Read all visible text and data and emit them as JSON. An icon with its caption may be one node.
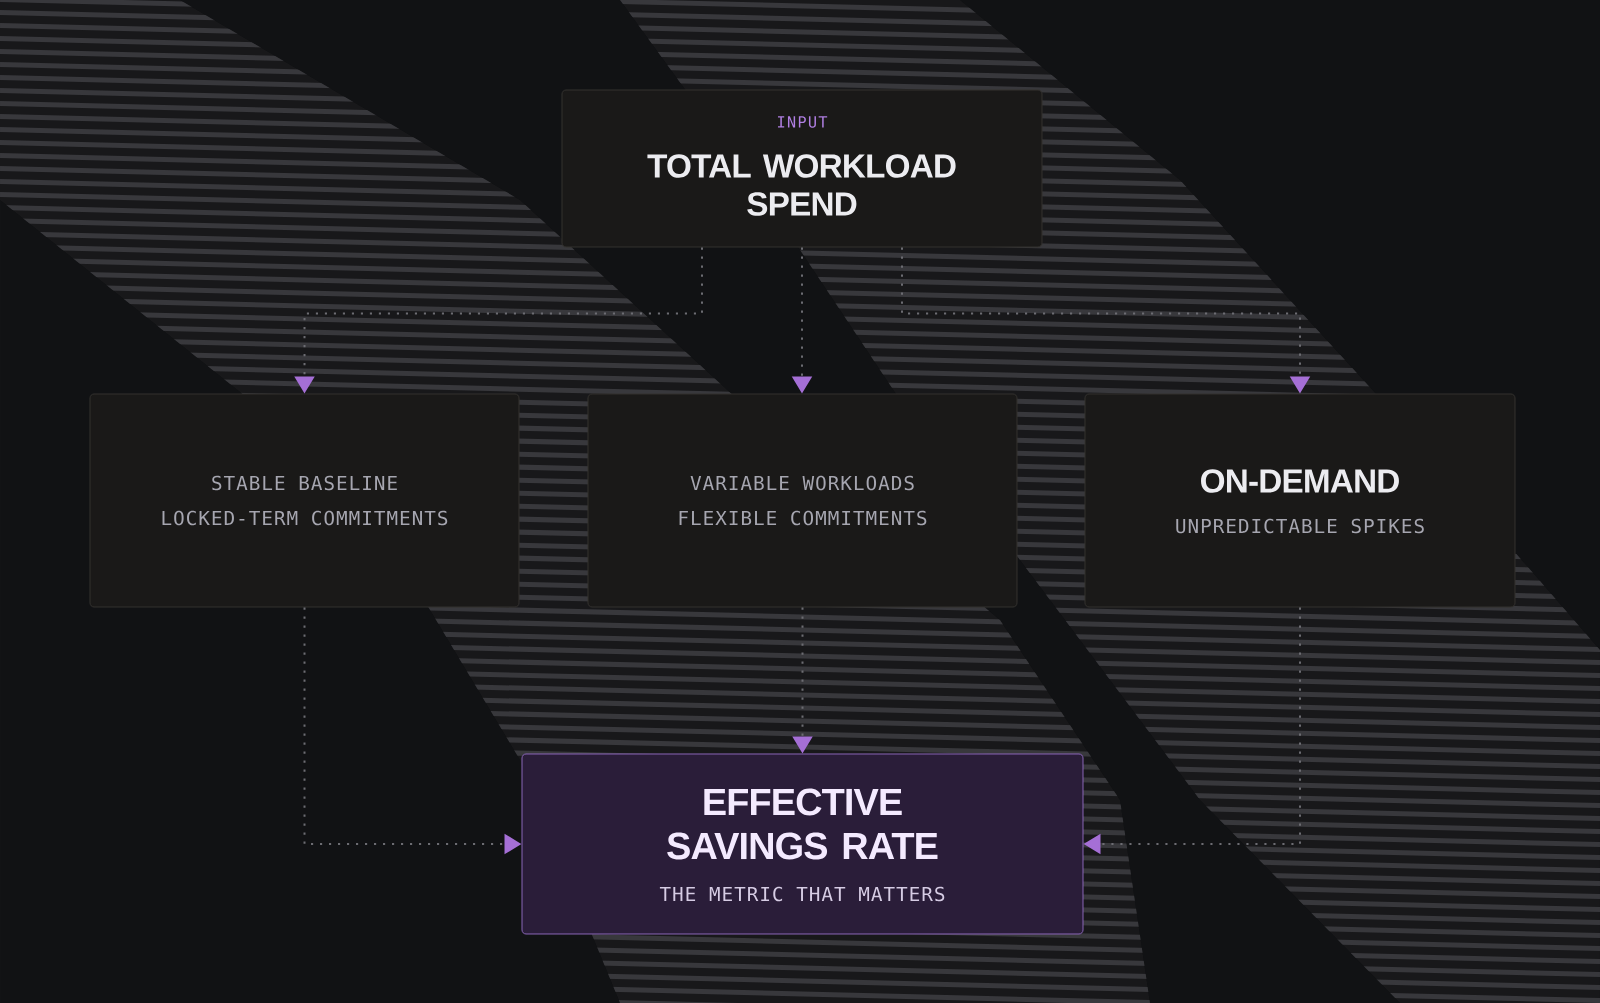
{
  "diagram": {
    "nodes": [
      {
        "text": [
          "INPUT",
          "TOTAL WORKLOAD SPEND"
        ]
      },
      {
        "text": [
          "STABLE BASELINE",
          "LOCKED-TERM COMMITMENTS"
        ]
      },
      {
        "text": [
          "VARIABLE WORKLOADS",
          "FLEXIBLE COMMITMENTS"
        ]
      },
      {
        "text": [
          "ON-DEMAND",
          "UNPREDICTABLE SPIKES"
        ]
      },
      {
        "text": [
          "EFFECTIVE SAVINGS RATE",
          "THE METRIC THAT MATTERS"
        ]
      }
    ],
    "edges": [
      {
        "from": 0,
        "to": 1,
        "arrow": "to"
      },
      {
        "from": 0,
        "to": 2,
        "arrow": "to"
      },
      {
        "from": 0,
        "to": 3,
        "arrow": "to"
      },
      {
        "from": 1,
        "to": 4,
        "arrow": "to"
      },
      {
        "from": 2,
        "to": 4,
        "arrow": "to"
      },
      {
        "from": 3,
        "to": 4,
        "arrow": "to"
      }
    ]
  }
}
